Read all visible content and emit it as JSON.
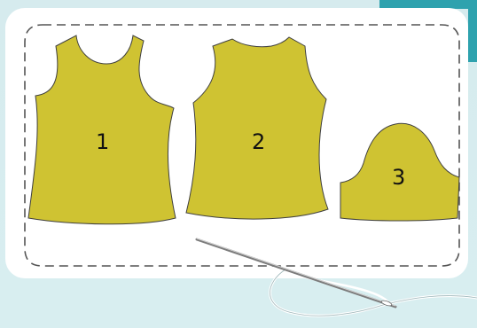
{
  "labels": {
    "piece1": "1",
    "piece2": "2",
    "piece3": "3"
  },
  "colors": {
    "background": "#d7ecef",
    "panel": "#ffffff",
    "fabric": "#cfc332",
    "outline": "#3f3f3f",
    "dashed_border": "#555555",
    "accent": "#2ea2ae"
  },
  "icons": {
    "needle": "needle-icon",
    "thread": "thread-icon"
  }
}
